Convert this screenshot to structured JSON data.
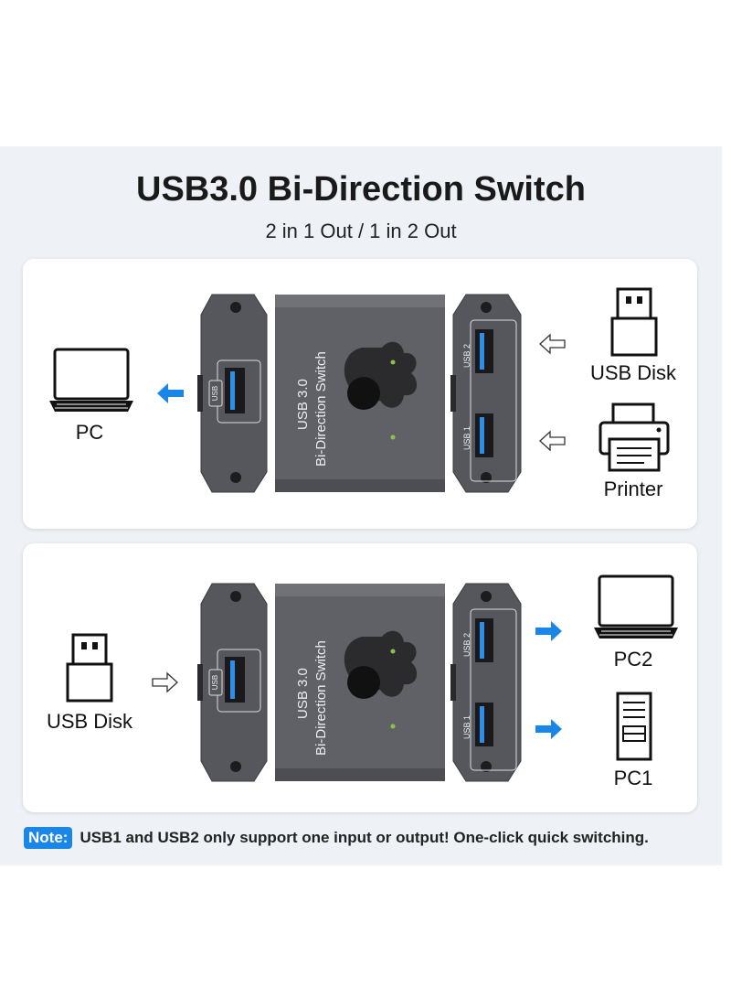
{
  "header": {
    "title": "USB3.0 Bi-Direction Switch",
    "subtitle": "2 in 1 Out / 1 in 2 Out"
  },
  "device": {
    "line1": "USB  3.0",
    "line2": "Bi-Direction Switch",
    "left_port": "USB",
    "port2": "USB 2",
    "port1": "USB 1"
  },
  "scenario1": {
    "output": "PC",
    "input_top": "USB Disk",
    "input_bottom": "Printer"
  },
  "scenario2": {
    "input": "USB Disk",
    "output_top": "PC2",
    "output_bottom": "PC1"
  },
  "note": {
    "badge": "Note:",
    "text": "USB1 and USB2 only support one input or output!  One-click quick switching."
  },
  "colors": {
    "accent": "#1a86e8",
    "device": "#5a5c62",
    "panel": "#eef1f5"
  }
}
